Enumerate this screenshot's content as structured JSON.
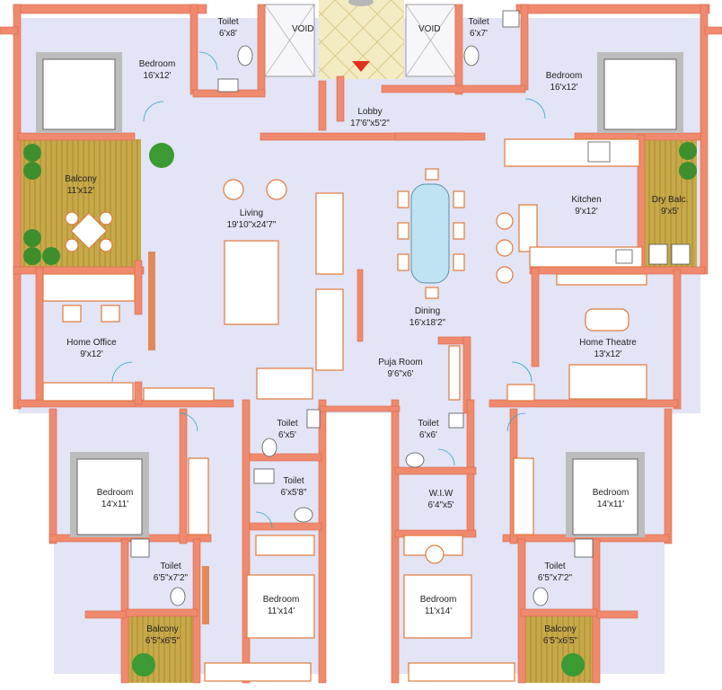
{
  "rooms": {
    "void_left": "VOID",
    "void_right": "VOID",
    "lobby": {
      "name": "Lobby",
      "size": "17'6\"x5'2\""
    },
    "toilet_top_left": {
      "name": "Toilet",
      "size": "6'x8'"
    },
    "toilet_top_right": {
      "name": "Toilet",
      "size": "6'x7'"
    },
    "bedroom_top_left": {
      "name": "Bedroom",
      "size": "16'x12'"
    },
    "bedroom_top_right": {
      "name": "Bedroom",
      "size": "16'x12'"
    },
    "balcony_left": {
      "name": "Balcony",
      "size": "11'x12'"
    },
    "living": {
      "name": "Living",
      "size": "19'10\"x24'7\""
    },
    "dining": {
      "name": "Dining",
      "size": "16'x18'2\""
    },
    "kitchen": {
      "name": "Kitchen",
      "size": "9'x12'"
    },
    "dry_balcony": {
      "name": "Dry Balc.",
      "size": "9'x5'"
    },
    "home_office": {
      "name": "Home Office",
      "size": "9'x12'"
    },
    "home_theatre": {
      "name": "Home Theatre",
      "size": "13'x12'"
    },
    "puja_room": {
      "name": "Puja Room",
      "size": "9'6\"x6'"
    },
    "toilet_mid_left": {
      "name": "Toilet",
      "size": "6'x5'"
    },
    "toilet_mid_left2": {
      "name": "Toilet",
      "size": "6'x5'8\""
    },
    "toilet_mid_right": {
      "name": "Toilet",
      "size": "6'x6'"
    },
    "wiw": {
      "name": "W.I.W",
      "size": "6'4\"x5'"
    },
    "bedroom_mid_left": {
      "name": "Bedroom",
      "size": "14'x11'"
    },
    "bedroom_mid_right": {
      "name": "Bedroom",
      "size": "14'x11'"
    },
    "toilet_low_left": {
      "name": "Toilet",
      "size": "6'5\"x7'2\""
    },
    "toilet_low_right": {
      "name": "Toilet",
      "size": "6'5\"x7'2\""
    },
    "bedroom_bottom_left": {
      "name": "Bedroom",
      "size": "11'x14'"
    },
    "bedroom_bottom_right": {
      "name": "Bedroom",
      "size": "11'x14'"
    },
    "balcony_bottom_left": {
      "name": "Balcony",
      "size": "6'5\"x6'5\""
    },
    "balcony_bottom_right": {
      "name": "Balcony",
      "size": "6'5\"x6'5\""
    }
  },
  "colors": {
    "wall": "#ef8a6e",
    "floor": "#e3e4f5",
    "furniture_outline": "#e07a3a",
    "deck": "#c8a94a",
    "door_swing": "#2aa9c9",
    "lobby_floor": "#f3ecc2"
  },
  "icons": [
    "plant-icon",
    "entrance-arrow-icon",
    "bed-icon",
    "sofa-icon",
    "wc-icon",
    "washbasin-icon",
    "washing-machine-icon",
    "stove-icon"
  ]
}
